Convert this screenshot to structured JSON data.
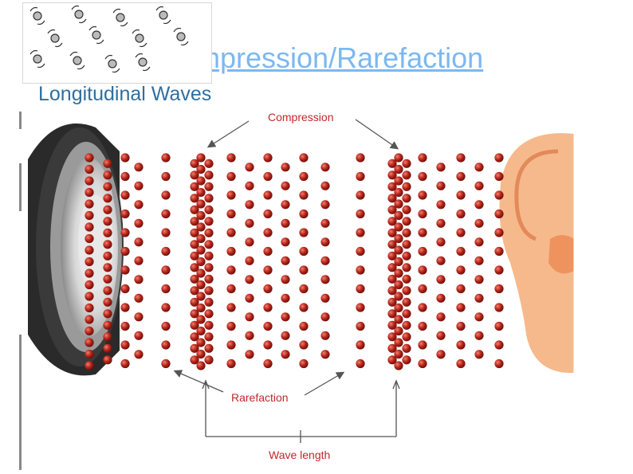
{
  "slide": {
    "title": "Compression/Rarefaction"
  },
  "diagram": {
    "title": "Longitudinal Waves",
    "labels": {
      "compression": "Compression",
      "rarefaction": "Rarefaction",
      "wavelength": "Wave length"
    },
    "colors": {
      "particle": "#b8261b",
      "particle_highlight": "#f08070",
      "title": "#2f6f9f",
      "label": "#c0282d",
      "arrow": "#555555",
      "ear": "#f6b98c",
      "speaker": "#3a3a3a"
    },
    "icons": [
      "speaker-icon",
      "ear-icon",
      "molecules-clipart-icon"
    ]
  }
}
